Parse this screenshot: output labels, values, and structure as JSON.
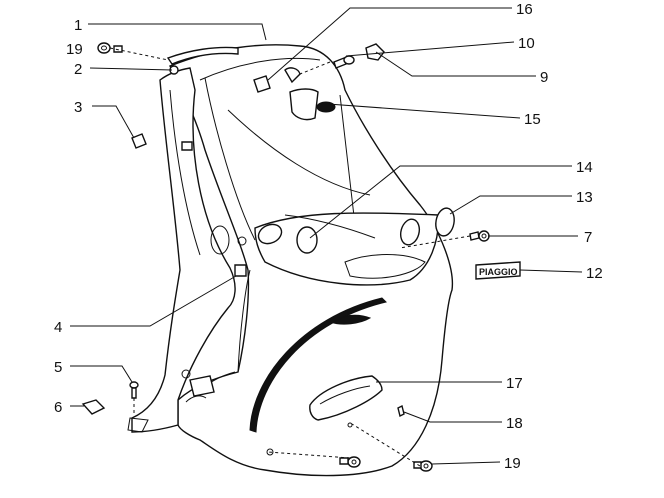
{
  "callouts": {
    "c1": "1",
    "c2": "2",
    "c3": "3",
    "c4": "4",
    "c5": "5",
    "c6": "6",
    "c7": "7",
    "c9": "9",
    "c10": "10",
    "c12": "12",
    "c13": "13",
    "c14": "14",
    "c15": "15",
    "c16": "16",
    "c17": "17",
    "c18": "18",
    "c19a": "19",
    "c19b": "19"
  },
  "logo": {
    "text": "PIAGGIO"
  }
}
